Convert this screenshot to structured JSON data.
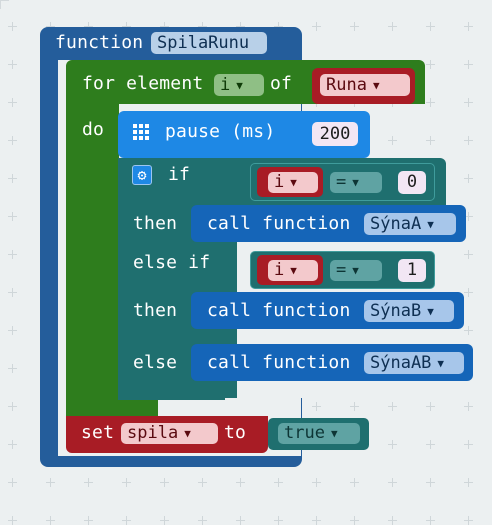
{
  "function_block": {
    "keyword": "function",
    "name": "SpilaRunu"
  },
  "for_block": {
    "keyword": "for element",
    "variable": "i",
    "of_label": "of",
    "list": "Runa",
    "do_label": "do"
  },
  "pause_block": {
    "label": "pause (ms)",
    "value": "200"
  },
  "if_block": {
    "if_label": "if",
    "then1": "then",
    "else_if": "else if",
    "then2": "then",
    "else_label": "else",
    "cond1": {
      "var": "i",
      "op": "=",
      "value": "0"
    },
    "cond2": {
      "var": "i",
      "op": "=",
      "value": "1"
    }
  },
  "calls": {
    "label": "call function",
    "a": "SýnaA",
    "b": "SýnaB",
    "ab": "SýnaAB"
  },
  "set_block": {
    "set_label": "set",
    "variable": "spila",
    "to_label": "to",
    "value": "true"
  },
  "colors": {
    "function": "#245d9b",
    "loop": "#2e7d1d",
    "basic": "#1e88e5",
    "logic": "#1f6f6f",
    "variable": "#a81c25",
    "call": "#1565b8"
  },
  "icons": [
    "grid-icon",
    "gear-icon"
  ]
}
